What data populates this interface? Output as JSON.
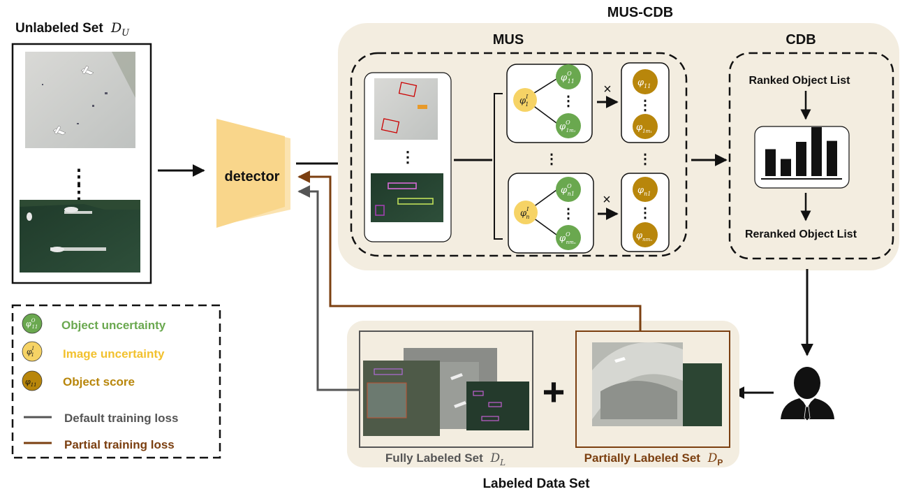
{
  "title": "MUS-CDB",
  "unlabeled": {
    "label": "Unlabeled Set",
    "symbol": "D",
    "subscript": "U"
  },
  "detector": {
    "label": "detector"
  },
  "mus": {
    "title": "MUS",
    "dots": "⋮",
    "times": "×",
    "image_uncertainty_top": {
      "base": "φ",
      "sup": "I",
      "sub": "1"
    },
    "image_uncertainty_bottom": {
      "base": "φ",
      "sup": "I",
      "sub": "n"
    },
    "object_top_1": {
      "base": "φ",
      "sup": "O",
      "sub": "11"
    },
    "object_top_2": {
      "base": "φ",
      "sup": "O",
      "sub": "1m₁"
    },
    "object_bottom_1": {
      "base": "φ",
      "sup": "O",
      "sub": "n1"
    },
    "object_bottom_2": {
      "base": "φ",
      "sup": "O",
      "sub": "nmₙ"
    },
    "score_top_1": {
      "base": "φ",
      "sub": "11"
    },
    "score_top_2": {
      "base": "φ",
      "sub": "1m₁"
    },
    "score_bottom_1": {
      "base": "φ",
      "sub": "n1"
    },
    "score_bottom_2": {
      "base": "φ",
      "sub": "nmₙ"
    }
  },
  "cdb": {
    "title": "CDB",
    "ranked": "Ranked Object List",
    "reranked": "Reranked Object List",
    "bars": [
      0.55,
      0.35,
      0.7,
      1.0,
      0.72
    ]
  },
  "labeled": {
    "title": "Labeled Data Set",
    "fully": {
      "label": "Fully Labeled Set",
      "symbol": "D",
      "subscript": "L"
    },
    "partially": {
      "label": "Partially Labeled Set",
      "symbol": "D",
      "subscript": "P"
    },
    "plus": "+"
  },
  "legend": {
    "object_uncertainty": "Object uncertainty",
    "image_uncertainty": "Image uncertainty",
    "object_score": "Object score",
    "default_loss": "Default training loss",
    "partial_loss": "Partial training loss",
    "icon_object": {
      "base": "φ",
      "sup": "O",
      "sub": "11"
    },
    "icon_image": {
      "base": "φ",
      "sup": "I",
      "sub": "1"
    },
    "icon_score": {
      "base": "φ",
      "sub": "11"
    }
  },
  "colors": {
    "green": "#6aa84f",
    "yellow": "#f6d365",
    "gold": "#b8860b",
    "panel": "#f3ede0",
    "brown": "#7b3f10",
    "gray": "#555555",
    "detector": "#f9d68b"
  }
}
